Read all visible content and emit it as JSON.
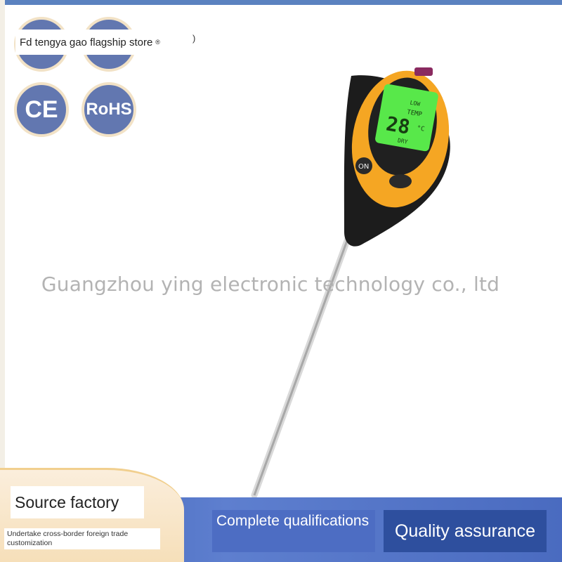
{
  "header": {
    "store_name": "Fd tengya gao flagship store",
    "registered_mark": "®",
    "store_tail": ")"
  },
  "badges": {
    "ce": "CE",
    "rohs": "RoHS"
  },
  "watermark": "Guangzhou ying electronic technology co., ltd",
  "device": {
    "screen_low": "LOW",
    "screen_temp": "TEMP",
    "screen_value": "28",
    "screen_unit": "°C",
    "screen_dry": "DRY",
    "on_button": "ON",
    "screen_color": "#58e84a",
    "body_color": "#f5a623"
  },
  "footer": {
    "source_title": "Source factory",
    "source_subtitle": "Undertake cross-border foreign trade customization",
    "qualifications": "Complete qualifications",
    "quality": "Quality assurance"
  }
}
